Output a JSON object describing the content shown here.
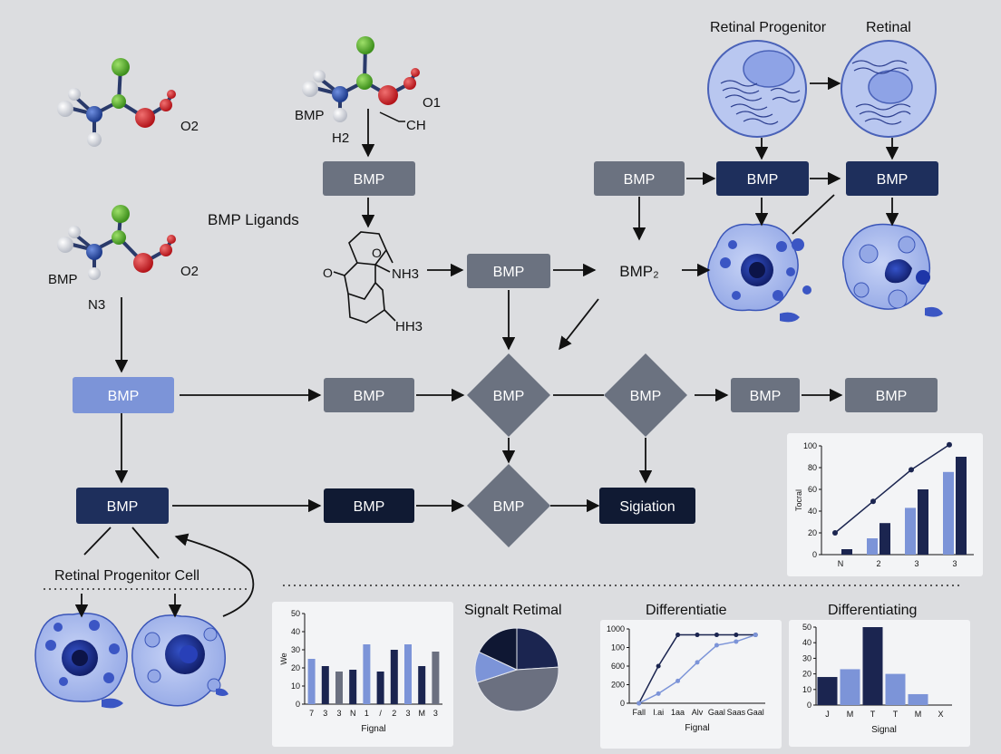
{
  "labels": {
    "retinal_progenitor_top": "Retinal Progenitor",
    "retinal_top": "Retinal",
    "bmp_ligands": "BMP Ligands",
    "retinal_progenitor_cell": "Retinal Progenitor Cell",
    "signal_retinal": "Signalt Retimal",
    "differentiatie": "Differentiatie",
    "differentiating": "Differentiating"
  },
  "molecules": {
    "m1_o2": "O2",
    "m2_bmp": "BMP",
    "m2_h2": "H2",
    "m2_o1": "O1",
    "m2_ch": "CH",
    "m3_bmp": "BMP",
    "m3_n3": "N3",
    "m3_o2": "O2",
    "ring_nh3": "NH3",
    "ring_hh3": "HH3"
  },
  "nodes": {
    "bmp_top": "BMP",
    "bmp_gray_right": "BMP",
    "bmp_navy_1": "BMP",
    "bmp_navy_2": "BMP",
    "bmp_mid": "BMP",
    "bmp2": "BMP₂",
    "bmp_light": "BMP",
    "bmp_row_1": "BMP",
    "diamond_1": "BMP",
    "diamond_2": "BMP",
    "bmp_row_2": "BMP",
    "bmp_row_3": "BMP",
    "bmp_dark_left": "BMP",
    "bmp_dark_mid": "BMP",
    "diamond_3": "BMP",
    "sigiation": "Sigiation"
  },
  "colors": {
    "background": "#dcdde0",
    "node_gray": "#6b7280",
    "node_navy": "#1e2f5c",
    "node_dark": "#101a33",
    "node_light": "#7c94d8",
    "cell_fill": "#a9b9ea",
    "bar_dark": "#1b2550",
    "bar_light": "#7c94d8",
    "bar_gray": "#6b7080"
  },
  "chart_data": [
    {
      "type": "bar",
      "ylabel": "Tocral",
      "categories": [
        "N",
        "2",
        "3",
        "3"
      ],
      "yticks": [
        "100",
        "80",
        "60",
        "40",
        "20",
        "0"
      ],
      "ylim": [
        0,
        100
      ],
      "series": [
        {
          "values": [
            0,
            15,
            43,
            76
          ]
        },
        {
          "values": [
            5,
            29,
            60,
            90
          ]
        }
      ],
      "line": [
        20,
        49,
        78,
        101
      ]
    },
    {
      "type": "bar",
      "xlabel": "Fignal",
      "ylabel": "We",
      "categories": [
        "7",
        "3",
        "3",
        "N",
        "1",
        "/",
        "2",
        "3",
        "M",
        "3"
      ],
      "yticks": [
        "50",
        "40",
        "30",
        "20",
        "10",
        "0"
      ],
      "ylim": [
        0,
        50
      ],
      "values": [
        25,
        21,
        18,
        19,
        33,
        18,
        30,
        33,
        21,
        29
      ],
      "colors": [
        "#7c94d8",
        "#1b2550",
        "#6b7080",
        "#1b2550",
        "#7c94d8",
        "#1b2550",
        "#1b2550",
        "#7c94d8",
        "#1b2550",
        "#6b7080"
      ]
    },
    {
      "type": "pie",
      "title": "Signalt Retimal",
      "values": [
        24,
        46,
        12,
        18
      ],
      "colors": [
        "#1b2550",
        "#6b7080",
        "#7c94d8",
        "#0f1733"
      ]
    },
    {
      "type": "line",
      "title": "Differentiatie",
      "xlabel": "Fignal",
      "categories": [
        "Fall",
        "I.ai",
        "1aa",
        "Alv",
        "Gaal",
        "Saas",
        "Gaal"
      ],
      "yticks": [
        "1000",
        "100",
        "600",
        "200",
        "0"
      ],
      "series": [
        {
          "values": [
            0,
            500,
            920,
            920,
            920,
            920,
            920
          ]
        },
        {
          "values": [
            0,
            130,
            300,
            550,
            780,
            830,
            920
          ]
        }
      ]
    },
    {
      "type": "bar",
      "title": "Differentiating",
      "xlabel": "Signal",
      "categories": [
        "J",
        "M",
        "T",
        "T",
        "M",
        "X"
      ],
      "yticks": [
        "50",
        "40",
        "30",
        "20",
        "10",
        "0"
      ],
      "ylim": [
        0,
        50
      ],
      "values": [
        18,
        23,
        52,
        20,
        7,
        0
      ],
      "colors": [
        "#1b2550",
        "#7c94d8",
        "#1b2550",
        "#7c94d8",
        "#7c94d8",
        "#7c94d8"
      ]
    }
  ]
}
